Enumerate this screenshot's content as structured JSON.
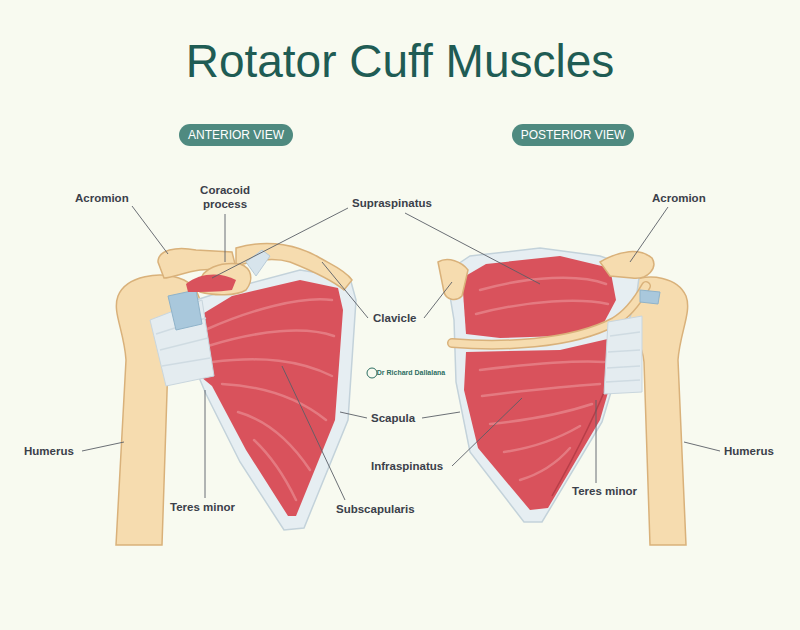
{
  "diagram": {
    "title": "Rotator Cuff Muscles",
    "nodes": [
      {
        "text": [
          "ANTERIOR VIEW"
        ]
      },
      {
        "text": [
          "POSTERIOR VIEW"
        ]
      }
    ],
    "labels": [
      "Acromion",
      "Coracoid process",
      "Supraspinatus",
      "Acromion",
      "Clavicle",
      "Dr Richard Dallalana",
      "Scapula",
      "Humerus",
      "Humerus",
      "Infraspinatus",
      "Teres minor",
      "Subscapularis",
      "Teres minor"
    ]
  }
}
